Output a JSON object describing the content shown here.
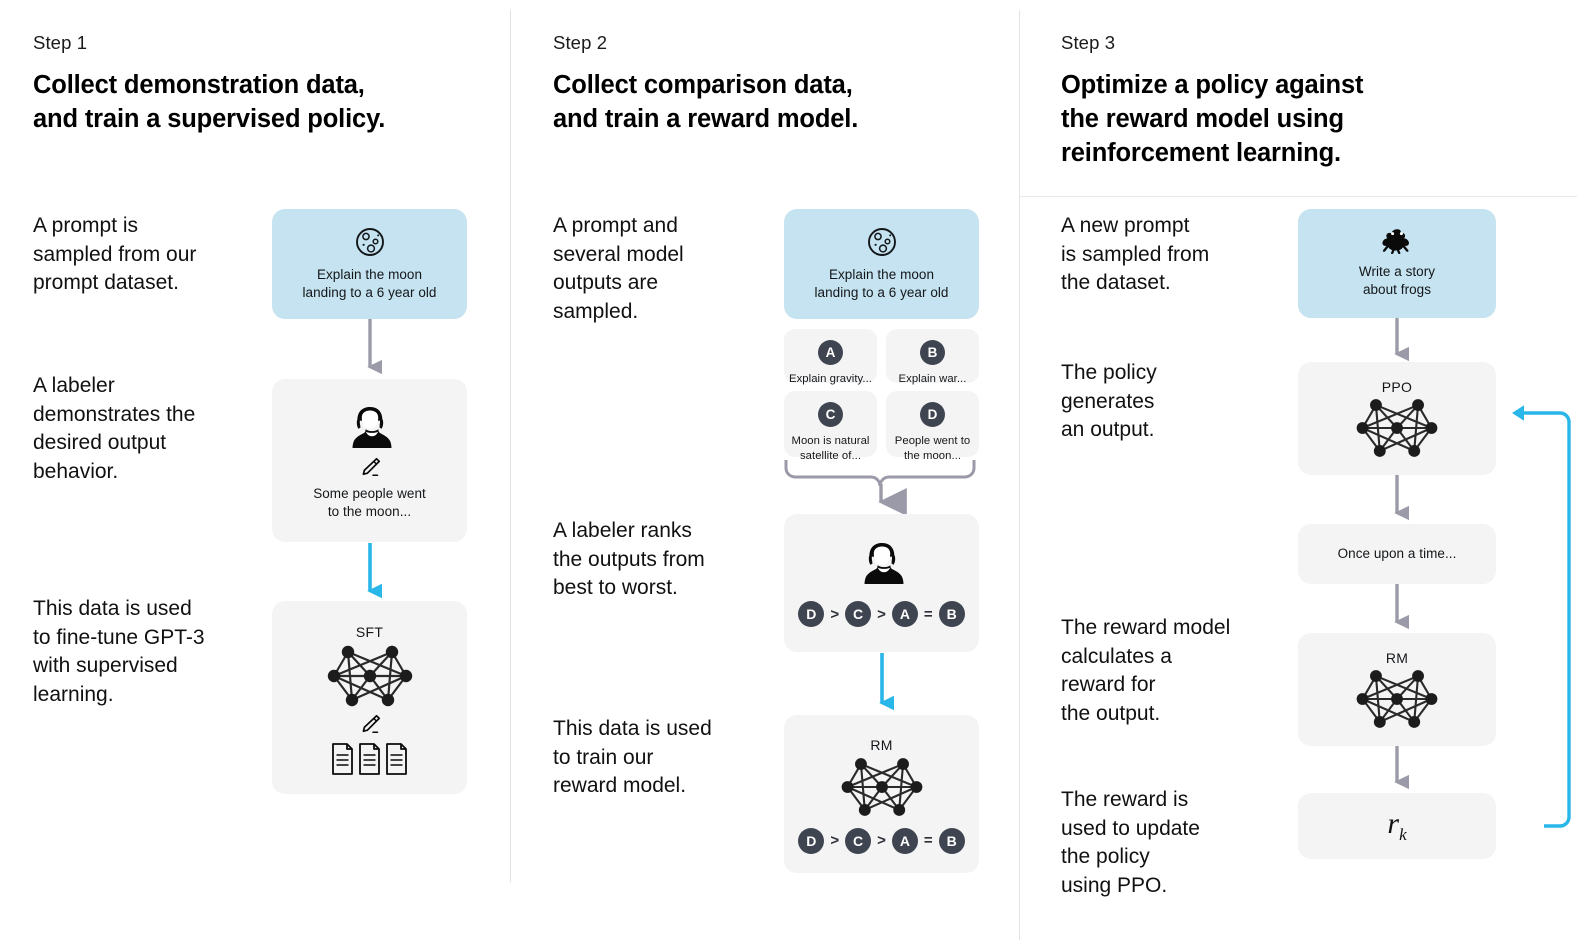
{
  "meta": {
    "figure_title": "InstructGPT / RLHF three-step training diagram",
    "accent_cyan": "#29b6e8",
    "accent_blue_card": "#c5e3f0",
    "card_gray": "#f4f4f4",
    "badge_navy": "#3f4451",
    "arrow_gray": "#9a9aa8"
  },
  "columns": [
    {
      "step_label": "Step 1",
      "title": "Collect demonstration data,\nand train a supervised policy.",
      "captions": [
        "A prompt is\nsampled from our\nprompt dataset.",
        "A labeler\ndemonstrates the\ndesired output\nbehavior.",
        "This data is used\nto fine-tune GPT-3\nwith supervised\nlearning."
      ],
      "cards": {
        "prompt": {
          "icon": "moon-icon",
          "text": "Explain the moon\nlanding to a 6 year old"
        },
        "demo": {
          "icon": "labeler-person-icon",
          "sub_icon": "pencil-icon",
          "text": "Some people went\nto the moon..."
        },
        "model": {
          "title": "SFT",
          "icon": "neural-network-icon",
          "sub_icon": "pencil-icon",
          "extra_icon": "documents-icon"
        }
      }
    },
    {
      "step_label": "Step 2",
      "title": "Collect comparison data,\nand train a reward model.",
      "captions": [
        "A prompt and\nseveral model\noutputs are\nsampled.",
        "A labeler ranks\nthe outputs from\nbest to worst.",
        "This data is used\nto train our\nreward model."
      ],
      "cards": {
        "prompt": {
          "icon": "moon-icon",
          "text": "Explain the moon\nlanding to a 6 year old"
        },
        "outputs": [
          {
            "badge": "A",
            "text": "Explain gravity..."
          },
          {
            "badge": "B",
            "text": "Explain war..."
          },
          {
            "badge": "C",
            "text": "Moon is natural\nsatellite of..."
          },
          {
            "badge": "D",
            "text": "People went to\nthe moon..."
          }
        ],
        "ranking": {
          "icon": "labeler-person-icon",
          "tokens": [
            "D",
            ">",
            "C",
            ">",
            "A",
            "=",
            "B"
          ]
        },
        "model": {
          "title": "RM",
          "icon": "neural-network-icon",
          "tokens": [
            "D",
            ">",
            "C",
            ">",
            "A",
            "=",
            "B"
          ]
        }
      }
    },
    {
      "step_label": "Step 3",
      "title": "Optimize a policy against\nthe reward model using\nreinforcement learning.",
      "captions": [
        "A new prompt\nis sampled from\nthe dataset.",
        "The policy\ngenerates\nan output.",
        "The reward model\ncalculates a\nreward for\nthe output.",
        "The reward is\nused to update\nthe policy\nusing PPO."
      ],
      "cards": {
        "prompt": {
          "icon": "frog-icon",
          "text": "Write a story\nabout frogs"
        },
        "policy": {
          "title": "PPO",
          "icon": "neural-network-icon"
        },
        "output": {
          "text": "Once upon a time..."
        },
        "reward_model": {
          "title": "RM",
          "icon": "neural-network-icon"
        },
        "reward": {
          "symbol": "r",
          "subscript": "k"
        }
      }
    }
  ]
}
